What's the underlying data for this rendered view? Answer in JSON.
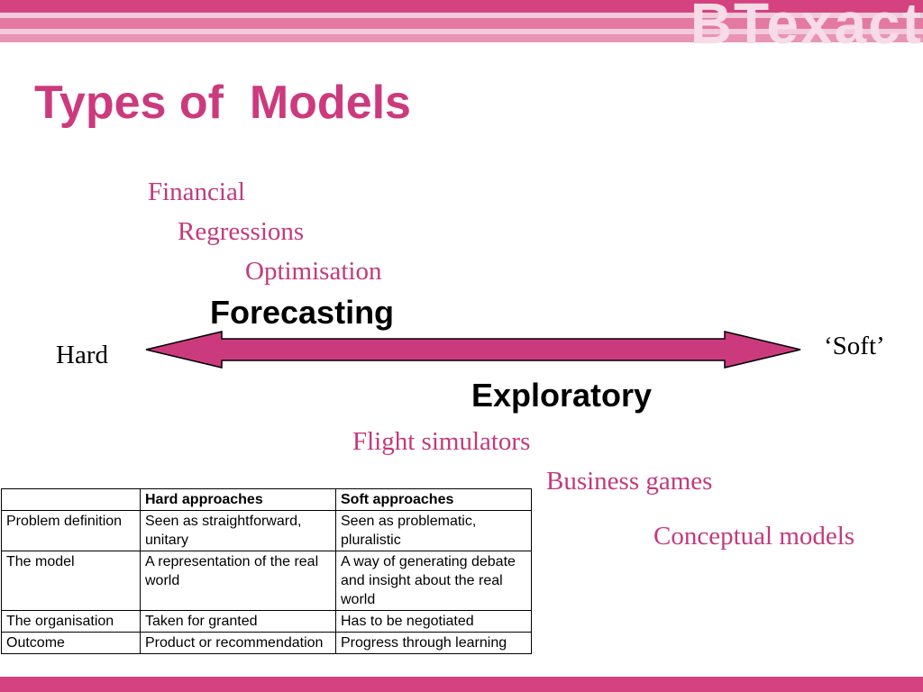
{
  "header": {
    "logo_text": "BTexact"
  },
  "slide": {
    "title": "Types of  Models",
    "left_label": "Hard",
    "right_label": "‘Soft’",
    "forecasting_heading": "Forecasting",
    "exploratory_heading": "Exploratory",
    "forecasting_items": [
      "Financial",
      "Regressions",
      "Optimisation"
    ],
    "exploratory_items": [
      "Flight simulators",
      "Business games",
      "Conceptual models"
    ]
  },
  "colors": {
    "accent": "#cc3a7e",
    "arrow_fill": "#cc3a7e",
    "band": "#d4427f"
  },
  "table": {
    "headers": [
      "",
      "Hard approaches",
      "Soft approaches"
    ],
    "rows": [
      [
        "Problem definition",
        "Seen as straightforward, unitary",
        "Seen as problematic, pluralistic"
      ],
      [
        "The model",
        "A representation of the real world",
        "A way of generating debate and insight about the real world"
      ],
      [
        "The organisation",
        "Taken for granted",
        "Has to be negotiated"
      ],
      [
        "Outcome",
        "Product or recommendation",
        "Progress through learning"
      ]
    ]
  }
}
